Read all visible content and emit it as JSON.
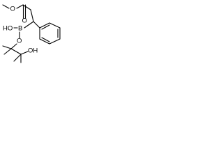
{
  "molecule": {
    "atoms": {
      "ester_o_methyl": "O",
      "carbonyl_o": "O",
      "boron": "B",
      "hydroxyl_on_boron": "HO",
      "ring_o": "O",
      "hydroxyl_on_carbon": "OH"
    }
  }
}
